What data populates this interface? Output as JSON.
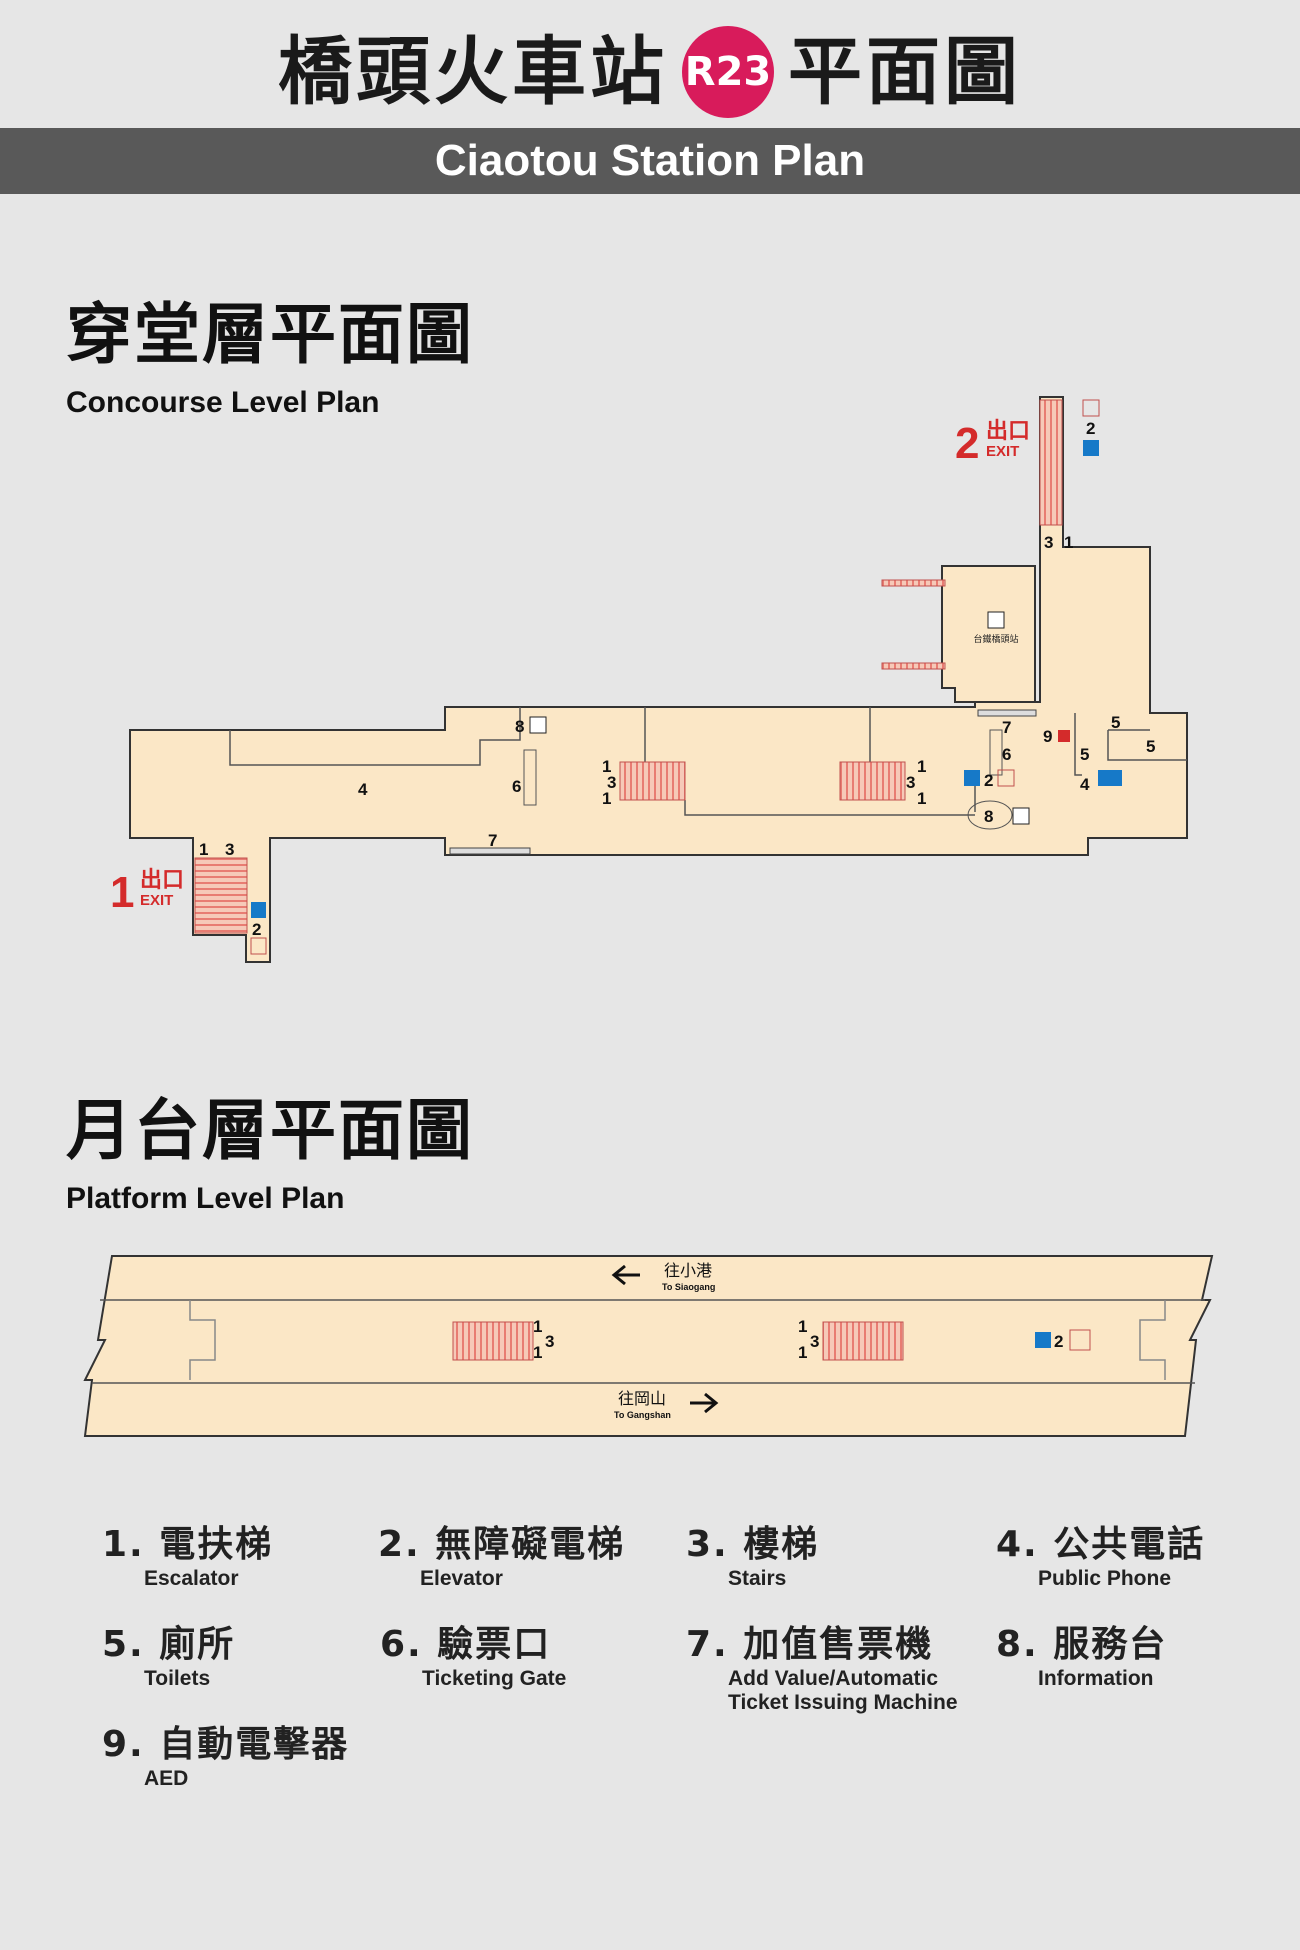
{
  "header": {
    "title_left": "橋頭火車站",
    "badge": "R23",
    "title_right": "平面圖",
    "title_en": "Ciaotou Station Plan"
  },
  "concourse": {
    "title_cn": "穿堂層平面圖",
    "title_en": "Concourse Level Plan",
    "exit1": {
      "num": "1",
      "cn": "出口",
      "en": "EXIT"
    },
    "exit2": {
      "num": "2",
      "cn": "出口",
      "en": "EXIT"
    },
    "tra_label": "台鐵橋頭站",
    "markers": {
      "e1_esc": "1",
      "e1_stairs": "3",
      "e1_elev": "2",
      "e2_esc": "1",
      "e2_stairs": "3",
      "e2_elev": "2",
      "phone_w": "4",
      "gate_w": "6",
      "info_w": "8",
      "ticket_s": "7",
      "lc_a": "1",
      "lc_b": "3",
      "lc_c": "1",
      "rc_a": "1",
      "rc_b": "3",
      "rc_c": "1",
      "ticket_e": "7",
      "gate_e": "6",
      "elev_e": "2",
      "info_e": "8",
      "aed": "9",
      "toilet_a": "5",
      "toilet_b": "5",
      "toilet_c": "5",
      "phone_e": "4"
    }
  },
  "platform": {
    "title_cn": "月台層平面圖",
    "title_en": "Platform Level Plan",
    "dir_top_cn": "往小港",
    "dir_top_en": "To Siaogang",
    "dir_bottom_cn": "往岡山",
    "dir_bottom_en": "To Gangshan",
    "markers": {
      "l_a": "1",
      "l_b": "1",
      "l_c": "3",
      "r_a": "1",
      "r_b": "1",
      "r_c": "3",
      "elev": "2"
    }
  },
  "legend": [
    {
      "cn": "1. 電扶梯",
      "en": "Escalator"
    },
    {
      "cn": "2. 無障礙電梯",
      "en": "Elevator"
    },
    {
      "cn": "3. 樓梯",
      "en": "Stairs"
    },
    {
      "cn": "4. 公共電話",
      "en": "Public Phone"
    },
    {
      "cn": "5. 廁所",
      "en": "Toilets"
    },
    {
      "cn": "6. 驗票口",
      "en": "Ticketing Gate"
    },
    {
      "cn": "7. 加值售票機",
      "en": "Add  Value/Automatic",
      "en2": "Ticket Issuing Machine"
    },
    {
      "cn": "8. 服務台",
      "en": "Information"
    },
    {
      "cn": "9. 自動電擊器",
      "en": "AED"
    }
  ],
  "colors": {
    "badge": "#d81b5b",
    "banner": "#595959",
    "floor": "#fbe7c6",
    "escalator": "#e87c72",
    "exit": "#d42b2b",
    "elevator_icon": "#1679c8"
  }
}
